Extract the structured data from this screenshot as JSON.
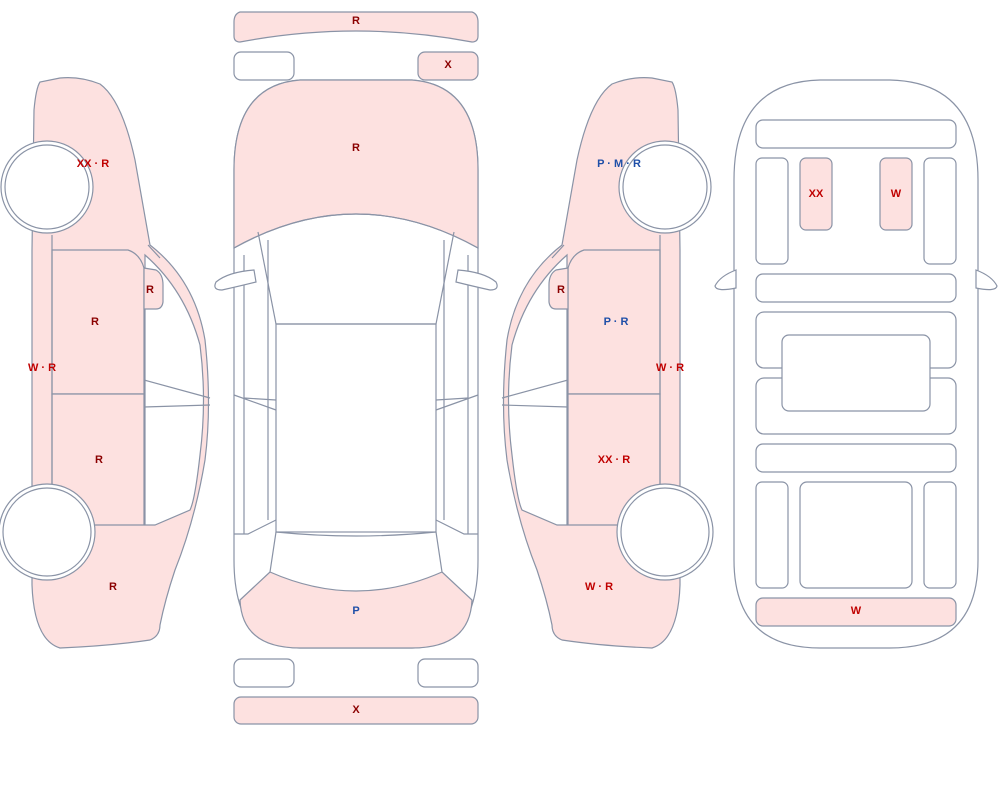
{
  "colors": {
    "outline": "#8a93a6",
    "damaged_fill": "#fde1e0",
    "label_red": "#c00000",
    "label_blue": "#1f4fa8"
  },
  "legend_codes": [
    "R",
    "X",
    "XX",
    "W",
    "P",
    "M"
  ],
  "left_side": {
    "front_fender": "XX · R",
    "front_door": "R",
    "mirror": "R",
    "rocker_panel": "W · R",
    "rear_door": "R",
    "rear_quarter": "R"
  },
  "top_view": {
    "front_bumper": "R",
    "front_right_corner": "X",
    "hood": "R",
    "trunk_lid": "P",
    "rear_bumper": "X"
  },
  "right_side": {
    "front_fender": "P · M · R",
    "mirror": "R",
    "front_door": "P · R",
    "rocker_panel": "W · R",
    "rear_door": "XX · R",
    "rear_quarter": "W · R"
  },
  "interior": {
    "front_seat_left": "XX",
    "front_seat_right": "W",
    "trunk_floor": "W"
  }
}
